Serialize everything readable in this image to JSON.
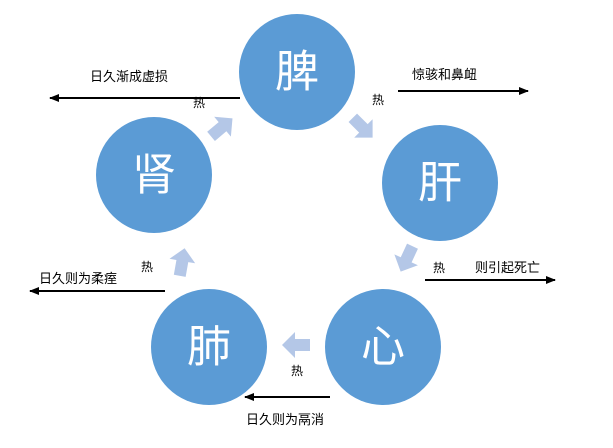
{
  "nodes": {
    "spleen": {
      "label": "脾"
    },
    "liver": {
      "label": "肝"
    },
    "heart": {
      "label": "心"
    },
    "lung": {
      "label": "肺"
    },
    "kidney": {
      "label": "肾"
    }
  },
  "heat_label": "热",
  "effects": {
    "spleen": "惊骇和鼻衄",
    "liver": "则引起死亡",
    "heart": "日久则为鬲消",
    "lung": "日久则为柔痓",
    "kidney": "日久渐成虚损"
  },
  "colors": {
    "node_fill": "#5b9bd5",
    "cycle_arrow": "#b4c7e7",
    "text": "#000000"
  }
}
